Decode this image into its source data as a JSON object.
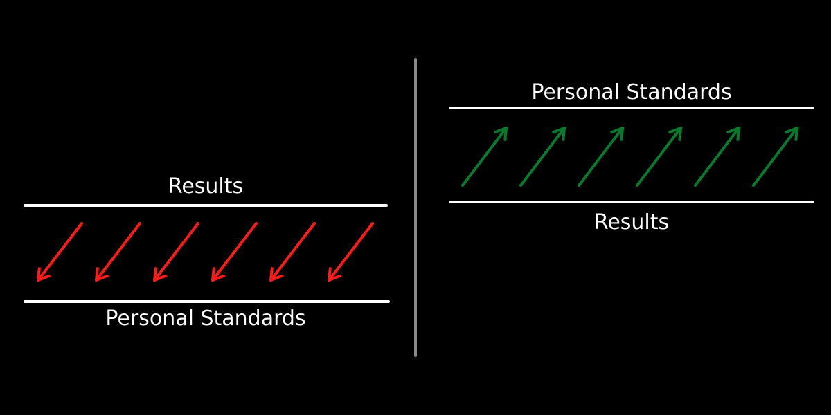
{
  "left_panel": {
    "top_label": "Results",
    "bottom_label": "Personal Standards",
    "arrow_color": "#ff1a1a",
    "arrow_direction": "down-left",
    "arrow_count": 6
  },
  "right_panel": {
    "top_label": "Personal Standards",
    "bottom_label": "Results",
    "arrow_color": "#087a2e",
    "arrow_direction": "up-right",
    "arrow_count": 6
  },
  "colors": {
    "background": "#000000",
    "text": "#ffffff",
    "divider": "#8a8a8a"
  }
}
